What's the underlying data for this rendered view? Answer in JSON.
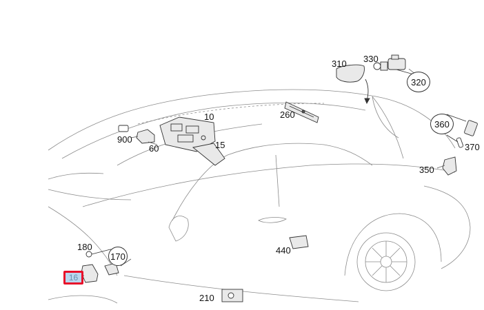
{
  "diagram": {
    "callouts": {
      "c310": "310",
      "c330": "330",
      "c320": "320",
      "c10": "10",
      "c260": "260",
      "c900": "900",
      "c60": "60",
      "c15": "15",
      "c360": "360",
      "c370": "370",
      "c350": "350",
      "c180": "180",
      "c170": "170",
      "c440": "440",
      "c16": "16",
      "c210": "210"
    },
    "highlighted_part": "16",
    "colors": {
      "highlight_border": "#e8102a",
      "highlight_fill": "#b9d7ef",
      "line": "#555555"
    }
  }
}
